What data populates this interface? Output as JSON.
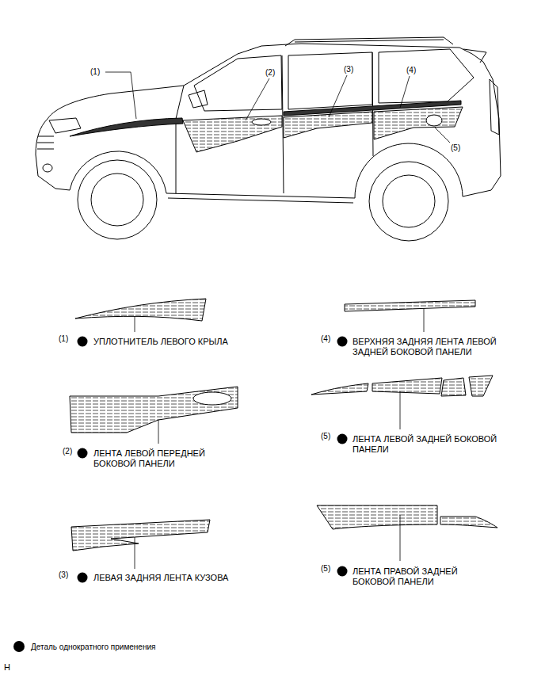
{
  "diagram": {
    "labels": [
      "(1)",
      "(2)",
      "(3)",
      "(4)",
      "(5)",
      "(1)",
      "УПЛОТНИТЕЛЬ ЛЕВОГО КРЫЛА",
      "(4)",
      "ВЕРХНЯЯ ЗАДНЯЯ ЛЕНТА ЛЕВОЙ ЗАДНЕЙ БОКОВОЙ ПАНЕЛИ",
      "(2)",
      "ЛЕНТА ЛЕВОЙ ПЕРЕДНЕЙ БОКОВОЙ ПАНЕЛИ",
      "(5)",
      "ЛЕНТА ЛЕВОЙ ЗАДНЕЙ БОКОВОЙ ПАНЕЛИ",
      "(3)",
      "ЛЕВАЯ ЗАДНЯЯ ЛЕНТА КУЗОВА",
      "(5)",
      "ЛЕНТА ПРАВОЙ ЗАДНЕЙ БОКОВОЙ ПАНЕЛИ",
      "H"
    ],
    "legend": [
      {
        "text": "Деталь однократного применения"
      }
    ]
  }
}
